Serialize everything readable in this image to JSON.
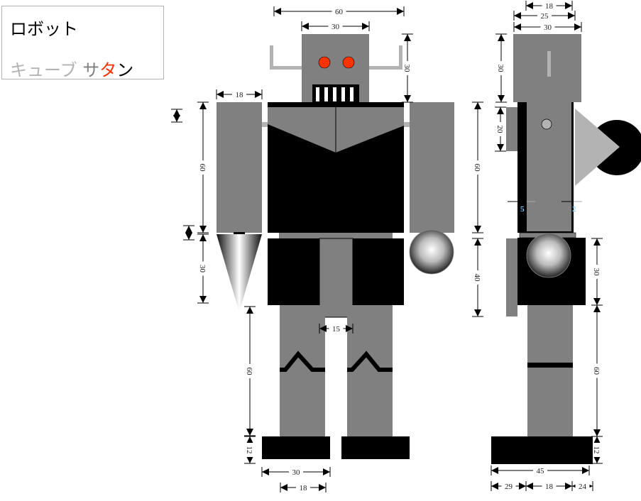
{
  "legend": {
    "title": "ロボット",
    "subtitle_parts": [
      {
        "text": "キューブ",
        "color": "#b3b3b3"
      },
      {
        "text": " サ",
        "color": "#808080"
      },
      {
        "text": "タ",
        "color": "#ff3300"
      },
      {
        "text": "ン",
        "color": "#000000"
      }
    ]
  },
  "colors": {
    "body": "#808080",
    "dark": "#000000",
    "light": "#b3b3b3",
    "eye": "#ff3300"
  },
  "front_dims": {
    "total_width": "60",
    "head_width": "30",
    "head_height": "30",
    "arm_width": "18",
    "arm_height": "60",
    "cone_height": "30",
    "leg_height": "60",
    "foot_height": "12",
    "foot_width": "30",
    "leg_width": "18",
    "crotch_width": "15"
  },
  "side_dims": {
    "top_18": "18",
    "top_25": "25",
    "head_width": "30",
    "head_height": "30",
    "body_height": "60",
    "block_height": "20",
    "inset_left": "5",
    "inset_right": "2",
    "hip_height": "40",
    "shorts_height": "30",
    "leg_height": "60",
    "foot_height": "12",
    "foot_width": "45",
    "foot_back": "29",
    "leg_width": "18",
    "foot_front": "24"
  }
}
